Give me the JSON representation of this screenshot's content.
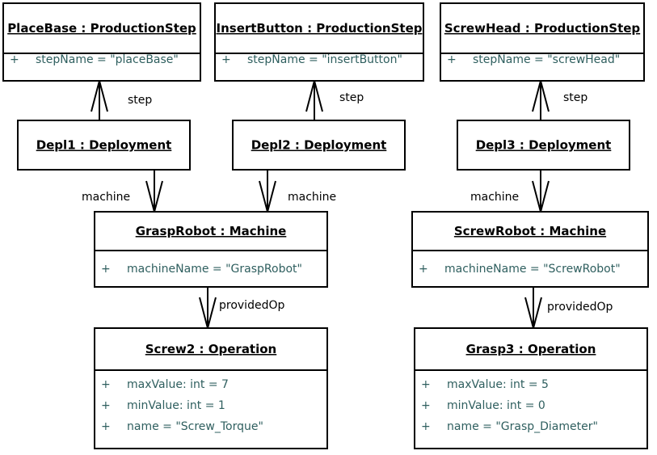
{
  "objects": {
    "placebase": {
      "title": "PlaceBase : ProductionStep",
      "attrs": [
        {
          "vis": "+",
          "text": "stepName = \"placeBase\""
        }
      ]
    },
    "insertbutton": {
      "title": "InsertButton : ProductionStep",
      "attrs": [
        {
          "vis": "+",
          "text": "stepName = \"insertButton\""
        }
      ]
    },
    "screwhead": {
      "title": "ScrewHead : ProductionStep",
      "attrs": [
        {
          "vis": "+",
          "text": "stepName = \"screwHead\""
        }
      ]
    },
    "depl1": {
      "title": "Depl1 : Deployment",
      "attrs": []
    },
    "depl2": {
      "title": "Depl2 : Deployment",
      "attrs": []
    },
    "depl3": {
      "title": "Depl3 : Deployment",
      "attrs": []
    },
    "grasprobot": {
      "title": "GraspRobot : Machine",
      "attrs": [
        {
          "vis": "+",
          "text": "machineName = \"GraspRobot\""
        }
      ]
    },
    "screwrobot": {
      "title": "ScrewRobot : Machine",
      "attrs": [
        {
          "vis": "+",
          "text": "machineName = \"ScrewRobot\""
        }
      ]
    },
    "screw2": {
      "title": "Screw2 : Operation",
      "attrs": [
        {
          "vis": "+",
          "text": "maxValue: int = 7"
        },
        {
          "vis": "+",
          "text": "minValue: int = 1"
        },
        {
          "vis": "+",
          "text": "name = \"Screw_Torque\""
        }
      ]
    },
    "grasp3": {
      "title": "Grasp3 : Operation",
      "attrs": [
        {
          "vis": "+",
          "text": "maxValue: int = 5"
        },
        {
          "vis": "+",
          "text": "minValue: int = 0"
        },
        {
          "vis": "+",
          "text": "name = \"Grasp_Diameter\""
        }
      ]
    }
  },
  "links": [
    {
      "from": "depl1",
      "to": "placebase",
      "label": "step"
    },
    {
      "from": "depl2",
      "to": "insertbutton",
      "label": "step"
    },
    {
      "from": "depl3",
      "to": "screwhead",
      "label": "step"
    },
    {
      "from": "depl1",
      "to": "grasprobot",
      "label": "machine"
    },
    {
      "from": "depl2",
      "to": "grasprobot",
      "label": "machine"
    },
    {
      "from": "depl3",
      "to": "screwrobot",
      "label": "machine"
    },
    {
      "from": "grasprobot",
      "to": "screw2",
      "label": "providedOp"
    },
    {
      "from": "screwrobot",
      "to": "grasp3",
      "label": "providedOp"
    }
  ]
}
